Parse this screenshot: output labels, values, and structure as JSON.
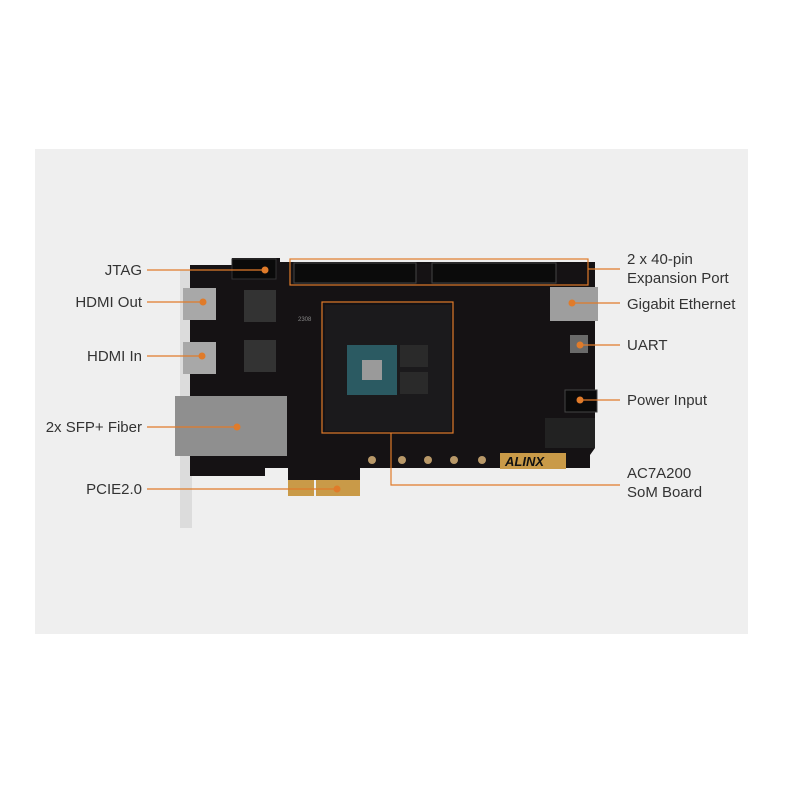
{
  "accent_color": "#e07b2a",
  "labels_left": [
    "JTAG",
    "HDMI Out",
    "HDMI In",
    "2x SFP+ Fiber",
    "PCIE2.0"
  ],
  "labels_right": {
    "expansion": [
      "2 x 40-pin",
      "Expansion Port"
    ],
    "ethernet": "Gigabit Ethernet",
    "uart": "UART",
    "power": "Power Input",
    "som": [
      "AC7A200",
      "SoM Board"
    ]
  },
  "board": {
    "brand": "ALINX",
    "silk_code": "2308"
  }
}
